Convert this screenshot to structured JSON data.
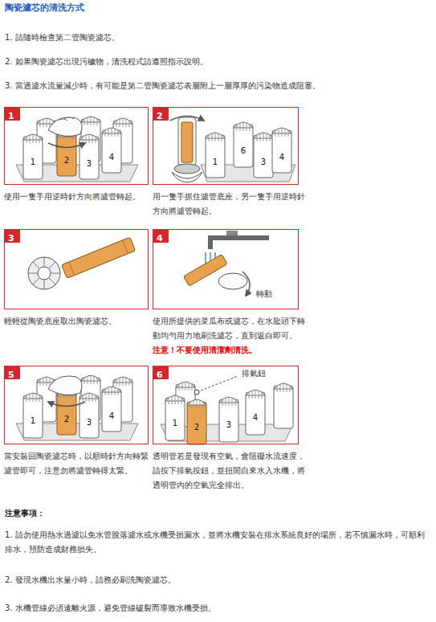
{
  "diagram": {
    "title": "陶瓷濾芯的清洗方式",
    "nodes": [
      {
        "text": [
          "使用一隻手用逆時針方向將濾管轉起。"
        ]
      },
      {
        "text": [
          "1"
        ],
        "in": 0
      },
      {
        "text": [
          "用一隻手抓住濾管底座，另一隻手用逆時針方向將濾管轉起。"
        ]
      },
      {
        "text": [
          "2"
        ],
        "in": 2
      },
      {
        "text": [
          "輕輕從陶瓷底座取出陶瓷濾芯。"
        ]
      },
      {
        "text": [
          "3"
        ],
        "in": 4
      },
      {
        "text": [
          "使用所提供的菜瓜布或濾芯，在水龍頭下轉動均勻用力地刷洗濾芯，直到返白即可。",
          "注意！不要使用清潔劑清洗。"
        ]
      },
      {
        "text": [
          "4"
        ],
        "in": 6
      },
      {
        "text": [
          "當安裝回陶瓷濾芯時，以順時針方向轉緊濾管即可，注意勿將濾管轉得太緊。"
        ]
      },
      {
        "text": [
          "5"
        ],
        "in": 8
      },
      {
        "text": [
          "透明管若是發現有空氣，會阻礙水流速度，請按下排氣按鈕，並扭開自來水入水機，將透明管內的空氣完全排出。"
        ]
      },
      {
        "text": [
          "6"
        ],
        "in": 10
      }
    ],
    "labels": [
      "1. 請隨時檢查第二管陶瓷濾芯。",
      "2. 如果陶瓷濾芯出現污穢物，清洗程式請遵照指示說明。",
      "3. 當過濾水流量減少時，有可能是第二管陶瓷濾芯表層附上一層厚厚的污染物造成阻塞。",
      "1",
      "2",
      "3",
      "4",
      "1",
      "6",
      "3",
      "4",
      "轉動",
      "1",
      "2",
      "3",
      "4",
      "排氣鈕",
      "1",
      "2",
      "3",
      "4",
      "注意事項：",
      "1. 請勿使用熱水過濾以免水管脫落濾水或水機受損漏水，並將水機安裝在排水系統良好的場所，若不慎漏水時，可順利排水，預防造成財務損失。",
      "2. 發現水機出水量小時，請務必刷洗陶瓷濾芯。",
      "3. 水機管線必須遠離火源，避免管線破裂而導致水機受損。"
    ]
  }
}
